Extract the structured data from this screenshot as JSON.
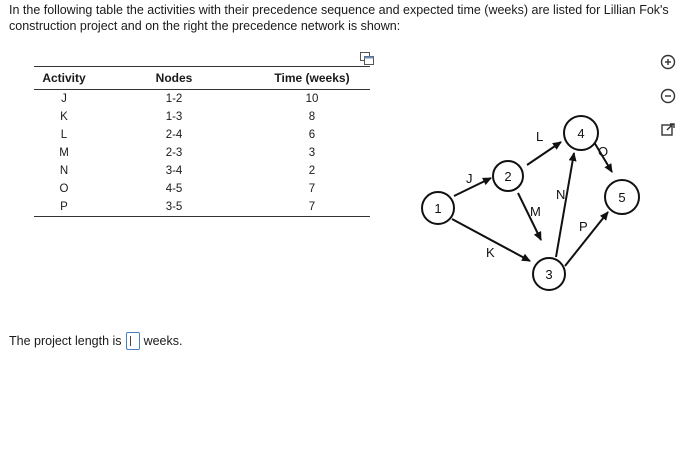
{
  "question": {
    "intro": "In the following table the activities with their precedence sequence and expected time (weeks) are listed for Lillian Fok's construction project and on the right the precedence network is shown:"
  },
  "table": {
    "headers": [
      "Activity",
      "Nodes",
      "Time (weeks)"
    ],
    "rows": [
      {
        "activity": "J",
        "nodes": "1-2",
        "time": "10"
      },
      {
        "activity": "K",
        "nodes": "1-3",
        "time": "8"
      },
      {
        "activity": "L",
        "nodes": "2-4",
        "time": "6"
      },
      {
        "activity": "M",
        "nodes": "2-3",
        "time": "3"
      },
      {
        "activity": "N",
        "nodes": "3-4",
        "time": "2"
      },
      {
        "activity": "O",
        "nodes": "4-5",
        "time": "7"
      },
      {
        "activity": "P",
        "nodes": "3-5",
        "time": "7"
      }
    ]
  },
  "network": {
    "nodes": [
      "1",
      "2",
      "3",
      "4",
      "5"
    ],
    "edge_labels": [
      "J",
      "K",
      "L",
      "M",
      "N",
      "O",
      "P"
    ]
  },
  "answer": {
    "prefix": "The project length is",
    "value": "",
    "suffix": "weeks."
  },
  "icons": {
    "copy": "copy-icon",
    "zoom_in": "zoom-in-icon",
    "zoom_out": "zoom-out-icon",
    "popout": "popout-icon"
  },
  "colors": {
    "input_border": "#4a7fc1"
  }
}
